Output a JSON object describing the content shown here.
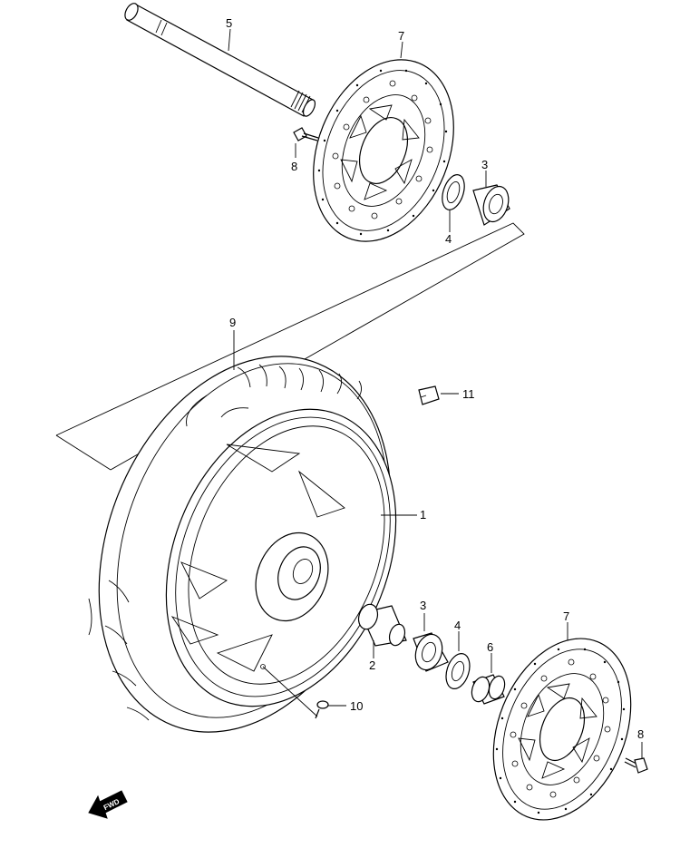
{
  "callouts": {
    "p1": "1",
    "p2": "2",
    "p3_top": "3",
    "p3_bottom": "3",
    "p4_top": "4",
    "p4_bottom": "4",
    "p5": "5",
    "p6": "6",
    "p7_top": "7",
    "p7_bottom": "7",
    "p8_top": "8",
    "p8_bottom": "8",
    "p9": "9",
    "p10": "10",
    "p11": "11"
  },
  "direction_badge": {
    "label": "FWD",
    "icon": "forward-arrow-icon"
  }
}
